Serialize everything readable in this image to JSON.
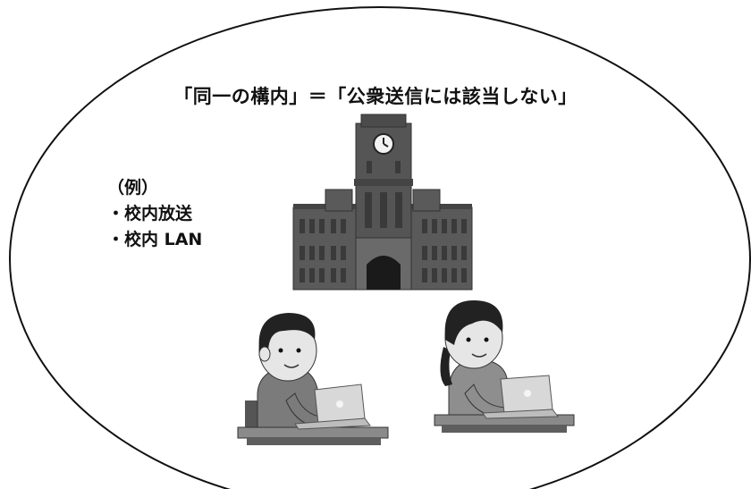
{
  "title": "「同一の構内」＝「公衆送信には該当しない」",
  "examples": {
    "heading": "（例）",
    "items": [
      "・校内放送",
      "・校内 LAN"
    ]
  },
  "illustrations": [
    "university-building",
    "boy-with-laptop",
    "girl-with-laptop"
  ]
}
